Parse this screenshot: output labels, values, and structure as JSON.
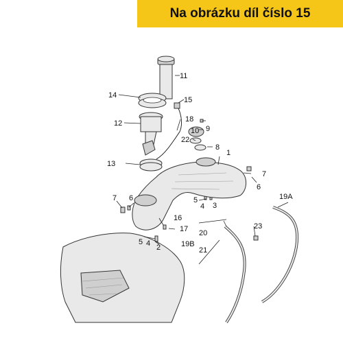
{
  "banner": {
    "text": "Na obrázku díl číslo 15"
  },
  "colors": {
    "banner_bg": "#f5c518",
    "line": "#222222",
    "part_fill": "#e9e9e9"
  },
  "callouts": [
    "11",
    "14",
    "15",
    "12",
    "18",
    "10",
    "9",
    "22",
    "8",
    "1",
    "13",
    "7",
    "6",
    "19A",
    "7",
    "6",
    "5",
    "4",
    "3",
    "17",
    "16",
    "20",
    "23",
    "5",
    "4",
    "2",
    "19B",
    "21"
  ]
}
